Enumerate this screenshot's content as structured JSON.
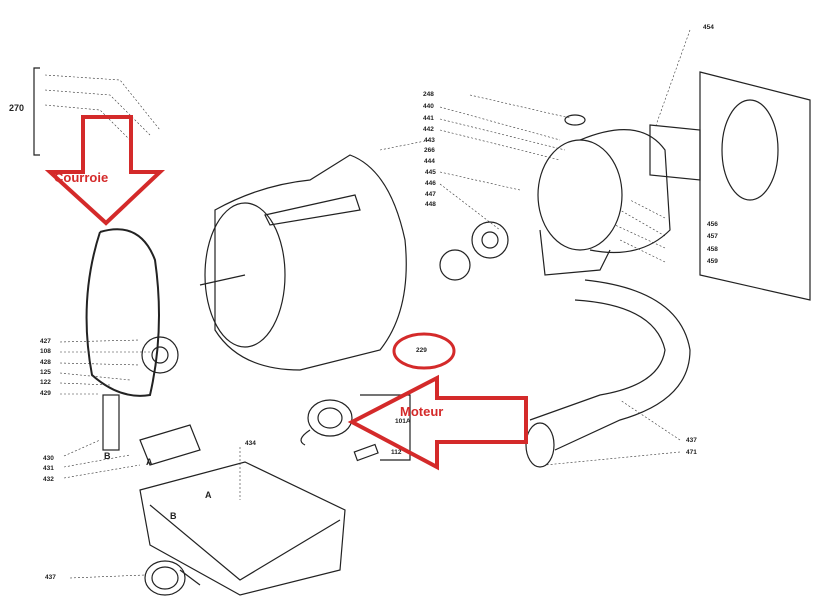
{
  "annotations": {
    "belt": "Courroie",
    "motor": "Moteur",
    "circled_part": "229"
  },
  "colors": {
    "annotation": "#d42a2a",
    "line": "#222222"
  },
  "part_numbers": {
    "p270": "270",
    "p248": "248",
    "p440": "440",
    "p441": "441",
    "p442": "442",
    "p443": "443",
    "p266": "266",
    "p444": "444",
    "p445": "445",
    "p446": "446",
    "p447": "447",
    "p448": "448",
    "p454": "454",
    "p456": "456",
    "p457": "457",
    "p458": "458",
    "p459": "459",
    "p427": "427",
    "p108": "108",
    "p428": "428",
    "p125": "125",
    "p122": "122",
    "p429": "429",
    "p430": "430",
    "p431": "431",
    "p432": "432",
    "p434": "434",
    "p437a": "437",
    "p471": "471",
    "p437b": "437",
    "p101a": "101A",
    "p112": "112"
  },
  "markers": {
    "a1": "A",
    "b1": "B",
    "a2": "A",
    "b2": "B"
  }
}
